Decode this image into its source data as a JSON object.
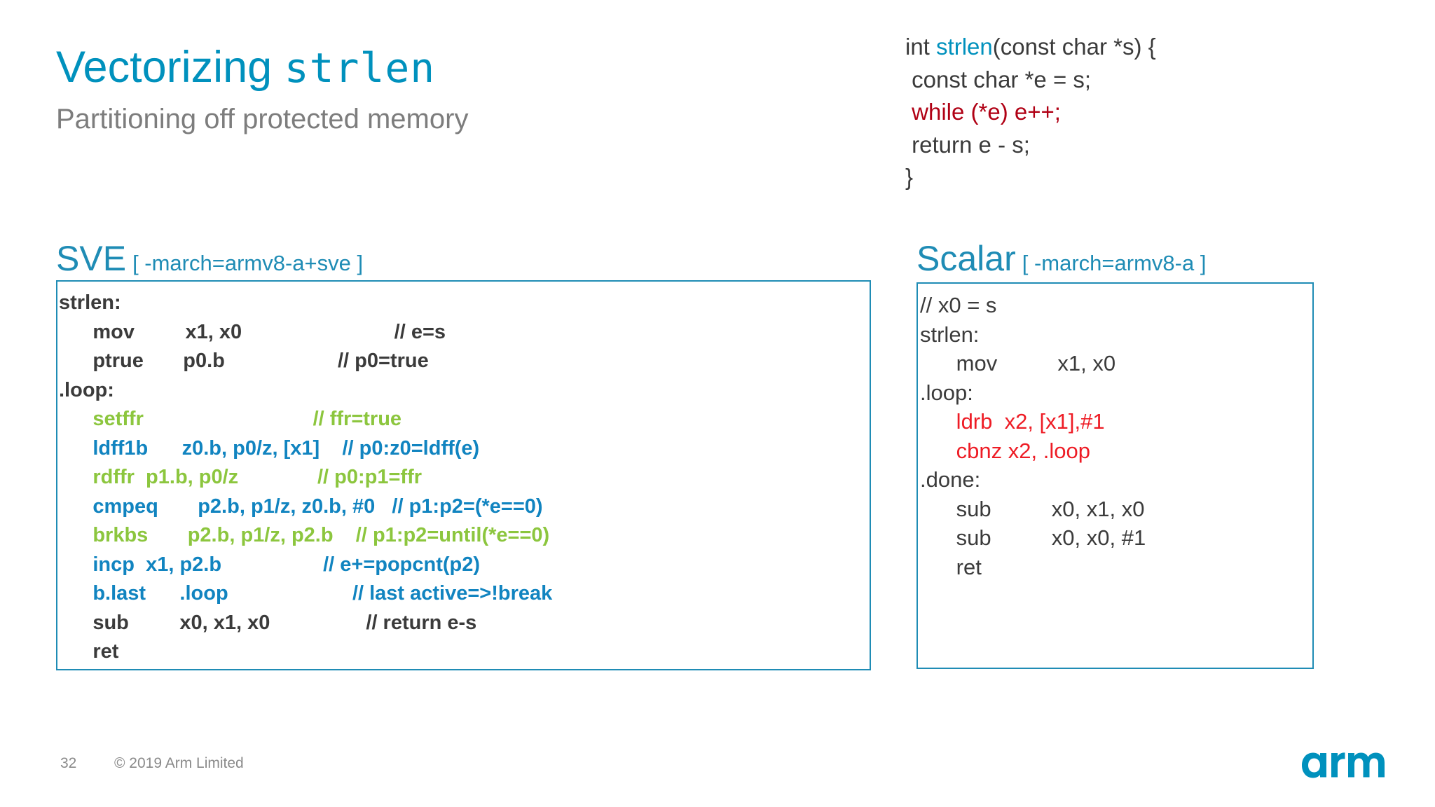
{
  "slide": {
    "title_main": "Vectorizing ",
    "title_mono": "strlen",
    "subtitle": "Partitioning off protected memory"
  },
  "c_source": {
    "lines": [
      {
        "parts": [
          {
            "text": "int ",
            "color": "dark"
          },
          {
            "text": "strlen",
            "color": "fn"
          },
          {
            "text": "(const char *s) {",
            "color": "dark"
          }
        ]
      },
      {
        "parts": [
          {
            "text": " const char *e = s;",
            "color": "dark"
          }
        ]
      },
      {
        "parts": [
          {
            "text": " while (*e) e++;",
            "color": "hl"
          }
        ]
      },
      {
        "parts": [
          {
            "text": " return e - s;",
            "color": "dark"
          }
        ]
      },
      {
        "parts": [
          {
            "text": "}",
            "color": "dark"
          }
        ]
      }
    ]
  },
  "sve": {
    "heading_name": "SVE",
    "heading_flag": "[ -march=armv8-a+sve ]",
    "lines": [
      {
        "text": "strlen:",
        "color": "c-dark"
      },
      {
        "text": "      mov         x1, x0                           // e=s",
        "color": "c-dark"
      },
      {
        "text": "      ptrue       p0.b                    // p0=true",
        "color": "c-dark"
      },
      {
        "text": ".loop:",
        "color": "c-dark"
      },
      {
        "text": "      setffr                              // ffr=true",
        "color": "c-green"
      },
      {
        "text": "      ldff1b      z0.b, p0/z, [x1]    // p0:z0=ldff(e)",
        "color": "c-blue"
      },
      {
        "text": "      rdffr  p1.b, p0/z              // p0:p1=ffr",
        "color": "c-green"
      },
      {
        "text": "      cmpeq       p2.b, p1/z, z0.b, #0   // p1:p2=(*e==0)",
        "color": "c-blue"
      },
      {
        "text": "      brkbs       p2.b, p1/z, p2.b    // p1:p2=until(*e==0)",
        "color": "c-green"
      },
      {
        "text": "      incp  x1, p2.b                  // e+=popcnt(p2)",
        "color": "c-blue"
      },
      {
        "text": "      b.last      .loop                      // last active=>!break",
        "color": "c-blue"
      },
      {
        "text": "      sub         x0, x1, x0                 // return e-s",
        "color": "c-dark"
      },
      {
        "text": "      ret",
        "color": "c-dark"
      }
    ]
  },
  "scalar": {
    "heading_name": "Scalar",
    "heading_flag": "[ -march=armv8-a ]",
    "lines": [
      {
        "text": "// x0 = s",
        "color": "c-dark"
      },
      {
        "text": "strlen:",
        "color": "c-dark"
      },
      {
        "text": "      mov          x1, x0",
        "color": "c-dark"
      },
      {
        "text": ".loop:",
        "color": "c-dark"
      },
      {
        "text": "      ldrb  x2, [x1],#1",
        "color": "c-red"
      },
      {
        "text": "      cbnz x2, .loop",
        "color": "c-red"
      },
      {
        "text": ".done:",
        "color": "c-dark"
      },
      {
        "text": "      sub          x0, x1, x0",
        "color": "c-dark"
      },
      {
        "text": "      sub          x0, x0, #1",
        "color": "c-dark"
      },
      {
        "text": "      ret",
        "color": "c-dark"
      }
    ]
  },
  "footer": {
    "page_number": "32",
    "copyright": "© 2019 Arm Limited",
    "logo_text": "arm"
  },
  "colors": {
    "brand_teal": "#0091bd",
    "heading_teal": "#1f8cb5",
    "code_blue": "#1184c0",
    "code_green": "#8cc63e",
    "code_red": "#ee1c25",
    "c_highlight_red": "#b00014",
    "body_gray": "#3b3b3b",
    "subtitle_gray": "#7d7d7d",
    "footer_gray": "#8a8a8a"
  }
}
